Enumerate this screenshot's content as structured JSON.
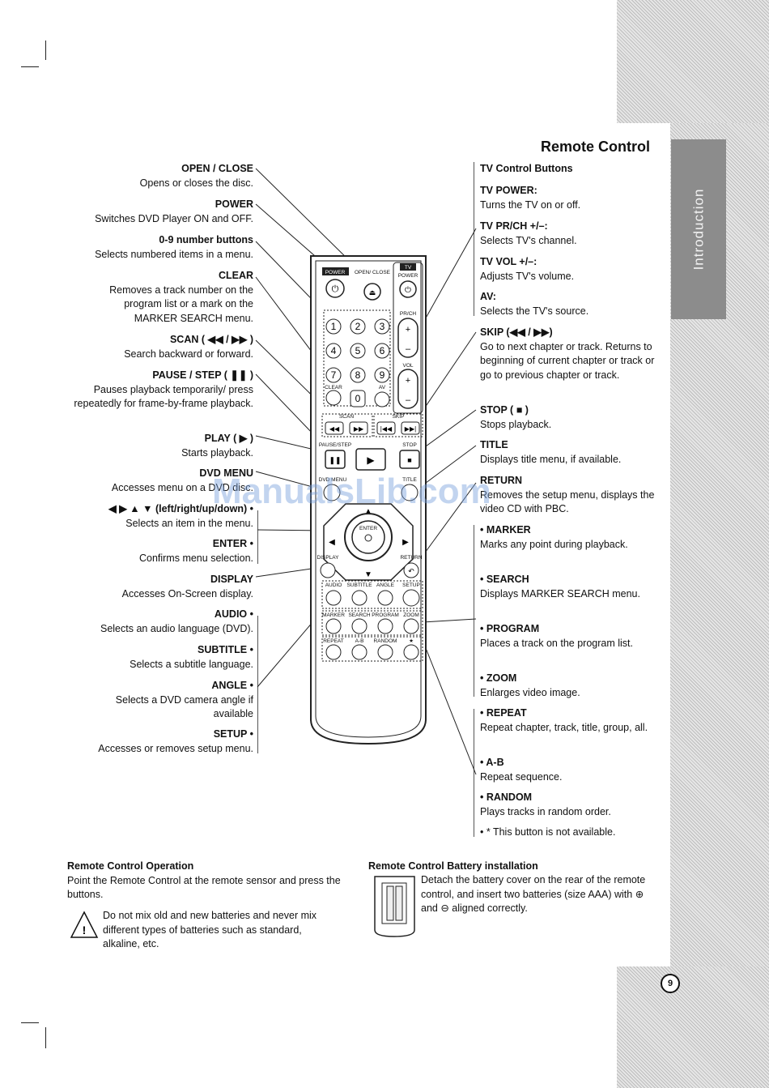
{
  "section_title": "Remote Control",
  "side_tab": "Introduction",
  "watermark": "ManualsLib.com",
  "page_number": "9",
  "left_items": [
    {
      "label": "OPEN / CLOSE",
      "desc": "Opens or closes the disc."
    },
    {
      "label": "POWER",
      "desc": "Switches DVD Player ON and OFF."
    },
    {
      "label": "0-9 number buttons",
      "desc": "Selects numbered items in a menu."
    },
    {
      "label": "CLEAR",
      "desc": "Removes a track number on the program list or a mark on the MARKER SEARCH menu."
    },
    {
      "label": "SCAN ( ◀◀ / ▶▶ )",
      "desc": "Search backward or forward."
    },
    {
      "label": "PAUSE / STEP ( ❚❚ )",
      "desc": "Pauses playback temporarily/ press repeatedly for frame-by-frame playback."
    },
    {
      "label": "PLAY ( ▶ )",
      "desc": "Starts playback."
    },
    {
      "label": "DVD MENU",
      "desc": "Accesses menu on a DVD disc."
    },
    {
      "label": "◀ ▶ ▲ ▼ (left/right/up/down) •",
      "desc": "Selects an item in the menu."
    },
    {
      "label": "ENTER •",
      "desc": "Confirms menu selection."
    },
    {
      "label": "DISPLAY",
      "desc": "Accesses On-Screen display."
    },
    {
      "label": "AUDIO •",
      "desc": "Selects an audio language (DVD)."
    },
    {
      "label": "SUBTITLE •",
      "desc": "Selects a subtitle language."
    },
    {
      "label": "ANGLE •",
      "desc": "Selects a DVD camera angle if available"
    },
    {
      "label": "SETUP •",
      "desc": "Accesses or removes setup menu."
    }
  ],
  "right_items": [
    {
      "label": "TV Control Buttons",
      "desc": ""
    },
    {
      "label": "TV POWER:",
      "desc": "Turns the TV on or off."
    },
    {
      "label": "TV PR/CH +/–:",
      "desc": "Selects TV's channel."
    },
    {
      "label": "TV VOL +/–:",
      "desc": "Adjusts TV's volume."
    },
    {
      "label": "AV:",
      "desc": "Selects the TV's source."
    },
    {
      "label": "SKIP (◀◀ / ▶▶)",
      "desc": "Go to next chapter or track. Returns to beginning of current chapter or track or go to previous chapter or track."
    },
    {
      "label": "STOP ( ■ )",
      "desc": "Stops playback."
    },
    {
      "label": "TITLE",
      "desc": "Displays title menu, if available."
    },
    {
      "label": "RETURN",
      "desc": "Removes the setup menu, displays the video CD with PBC."
    },
    {
      "label": "• MARKER",
      "desc": "Marks any point during playback."
    },
    {
      "label": "• SEARCH",
      "desc": "Displays MARKER SEARCH menu."
    },
    {
      "label": "• PROGRAM",
      "desc": "Places a track on the program list."
    },
    {
      "label": "• ZOOM",
      "desc": "Enlarges video image."
    },
    {
      "label": "• REPEAT",
      "desc": "Repeat chapter, track, title, group, all."
    },
    {
      "label": "• A-B",
      "desc": "Repeat sequence."
    },
    {
      "label": "• RANDOM",
      "desc": "Plays tracks in random order."
    },
    {
      "label": "",
      "desc": "• * This button is not available."
    }
  ],
  "remote_labels": {
    "power": "POWER",
    "open_close": "OPEN/ CLOSE",
    "tv": "TV",
    "tv_power": "POWER",
    "prch": "PR/CH",
    "vol": "VOL",
    "clear": "CLEAR",
    "av": "AV",
    "scan": "SCAN",
    "skip": "SKIP",
    "pause_step": "PAUSE/STEP",
    "stop": "STOP",
    "dvd_menu": "DVD MENU",
    "title": "TITLE",
    "enter": "ENTER",
    "display": "DISPLAY",
    "return": "RETURN",
    "audio": "AUDIO",
    "subtitle": "SUBTITLE",
    "angle": "ANGLE",
    "setup": "SETUP",
    "marker": "MARKER",
    "search": "SEARCH",
    "program": "PROGRAM",
    "zoom": "ZOOM",
    "repeat": "REPEAT",
    "ab": "A-B",
    "random": "RANDOM",
    "star": "★",
    "digits": [
      "1",
      "2",
      "3",
      "4",
      "5",
      "6",
      "7",
      "8",
      "9",
      "0"
    ]
  },
  "operation": {
    "title": "Remote Control Operation",
    "text": "Point the Remote Control at the remote sensor and press the buttons.",
    "warning": "Do not mix old and new batteries and never mix different types of batteries such as standard, alkaline, etc."
  },
  "battery": {
    "title": "Remote Control Battery installation",
    "text": "Detach the battery cover on the rear of the remote control, and insert two batteries (size AAA) with ⊕ and ⊖ aligned correctly."
  }
}
